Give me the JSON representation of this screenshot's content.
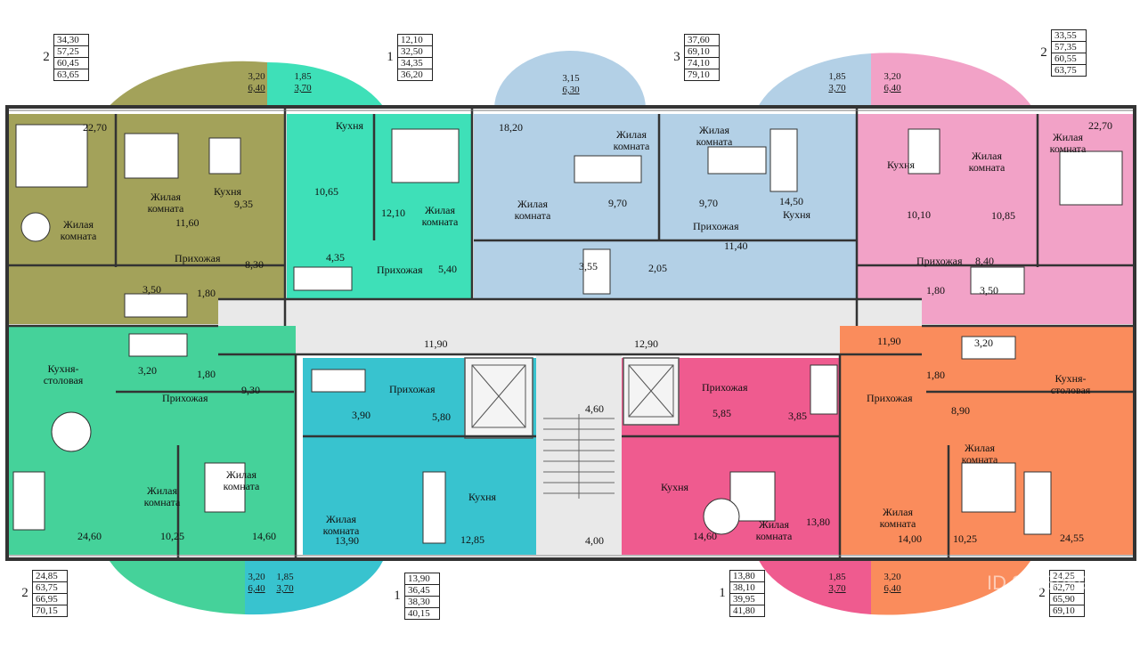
{
  "colors": {
    "olive": "#a3a25a",
    "mint": "#3ee0b8",
    "cyan": "#38c3cf",
    "lightblue": "#b3d0e6",
    "pink_light": "#f2a2c7",
    "pink": "#ef5b8f",
    "green": "#45d29a",
    "orange": "#fa8c5c",
    "corridor": "#e9e9e9",
    "wall": "#333333"
  },
  "legends": {
    "tl": {
      "rooms": "2",
      "areas": [
        "34,30",
        "57,25",
        "60,45",
        "63,65"
      ]
    },
    "tc": {
      "rooms": "1",
      "areas": [
        "12,10",
        "32,50",
        "34,35",
        "36,20"
      ]
    },
    "tm": {
      "rooms": "3",
      "areas": [
        "37,60",
        "69,10",
        "74,10",
        "79,10"
      ]
    },
    "tr": {
      "rooms": "2",
      "areas": [
        "33,55",
        "57,35",
        "60,55",
        "63,75"
      ]
    },
    "bl": {
      "rooms": "2",
      "areas": [
        "24,85",
        "63,75",
        "66,95",
        "70,15"
      ]
    },
    "bc": {
      "rooms": "1",
      "areas": [
        "13,90",
        "36,45",
        "38,30",
        "40,15"
      ]
    },
    "bm": {
      "rooms": "1",
      "areas": [
        "13,80",
        "38,10",
        "39,95",
        "41,80"
      ]
    },
    "br": {
      "rooms": "2",
      "areas": [
        "24,25",
        "62,70",
        "65,90",
        "69,10"
      ]
    }
  },
  "balconies": {
    "t1": {
      "a": "3,20",
      "b": "6,40"
    },
    "t2": {
      "a": "1,85",
      "b": "3,70"
    },
    "t3": {
      "a": "3,15",
      "b": "6,30"
    },
    "t4": {
      "a": "1,85",
      "b": "3,70"
    },
    "t5": {
      "a": "3,20",
      "b": "6,40"
    },
    "b1": {
      "a": "3,20",
      "b": "6,40"
    },
    "b2": {
      "a": "1,85",
      "b": "3,70"
    },
    "b3": {
      "a": "1,85",
      "b": "3,70"
    },
    "b4": {
      "a": "3,20",
      "b": "6,40"
    }
  },
  "labels": {
    "a1_area1": "22,70",
    "a1_room": "Жилая\nкомната",
    "a1_room2": "Жилая\nкомната",
    "a1_area2": "11,60",
    "a1_kitchen": "Кухня",
    "a1_area3": "9,35",
    "a1_hall": "Прихожая",
    "a1_area4": "8,30",
    "a1_area5": "3,50",
    "a1_area6": "1,80",
    "a2_kitchen": "Кухня",
    "a2_area1": "10,65",
    "a2_area2": "12,10",
    "a2_room": "Жилая\nкомната",
    "a2_area3": "4,35",
    "a2_hall": "Прихожая",
    "a2_area4": "5,40",
    "a3_area1": "18,20",
    "a3_room1": "Жилая\nкомната",
    "a3_room2": "Жилая\nкомната",
    "a3_room3": "Жилая\nкомната",
    "a3_area2": "9,70",
    "a3_area3": "9,70",
    "a3_area4": "14,50",
    "a3_kitchen": "Кухня",
    "a3_hall": "Прихожая",
    "a3_area5": "11,40",
    "a3_area6": "3,55",
    "a3_area7": "2,05",
    "a4_kitchen": "Кухня",
    "a4_room1": "Жилая\nкомната",
    "a4_area1": "22,70",
    "a4_room2": "Жилая\nкомната",
    "a4_area2": "10,10",
    "a4_area3": "10,85",
    "a4_hall": "Прихожая",
    "a4_area4": "8,40",
    "a4_area5": "1,80",
    "a4_area6": "3,50",
    "c1": "11,90",
    "c2": "12,90",
    "c3": "11,90",
    "b1_kitchen": "Кухня-\nстоловая",
    "b1_area1": "3,20",
    "b1_area2": "1,80",
    "b1_hall": "Прихожая",
    "b1_area3": "9,30",
    "b1_room1": "Жилая\nкомната",
    "b1_room2": "Жилая\nкомната",
    "b1_area4": "24,60",
    "b1_area5": "10,25",
    "b1_area6": "14,60",
    "b2_hall": "Прихожая",
    "b2_area1": "3,90",
    "b2_area2": "5,80",
    "b2_kitchen": "Кухня",
    "b2_room": "Жилая\nкомната",
    "b2_area3": "13,90",
    "b2_area4": "12,85",
    "stair_area1": "4,60",
    "stair_area2": "4,00",
    "b3_hall": "Прихожая",
    "b3_area1": "5,85",
    "b3_area2": "3,85",
    "b3_kitchen": "Кухня",
    "b3_room": "Жилая\nкомната",
    "b3_area3": "14,60",
    "b3_area4": "13,80",
    "b4_area1": "3,20",
    "b4_area2": "1,80",
    "b4_hall": "Прихожая",
    "b4_area3": "8,90",
    "b4_kitchen": "Кухня-\nстоловая",
    "b4_room1": "Жилая\nкомната",
    "b4_room2": "Жилая\nкомната",
    "b4_area4": "14,00",
    "b4_area5": "10,25",
    "b4_area6": "24,55"
  },
  "watermark": "ID 3108959"
}
